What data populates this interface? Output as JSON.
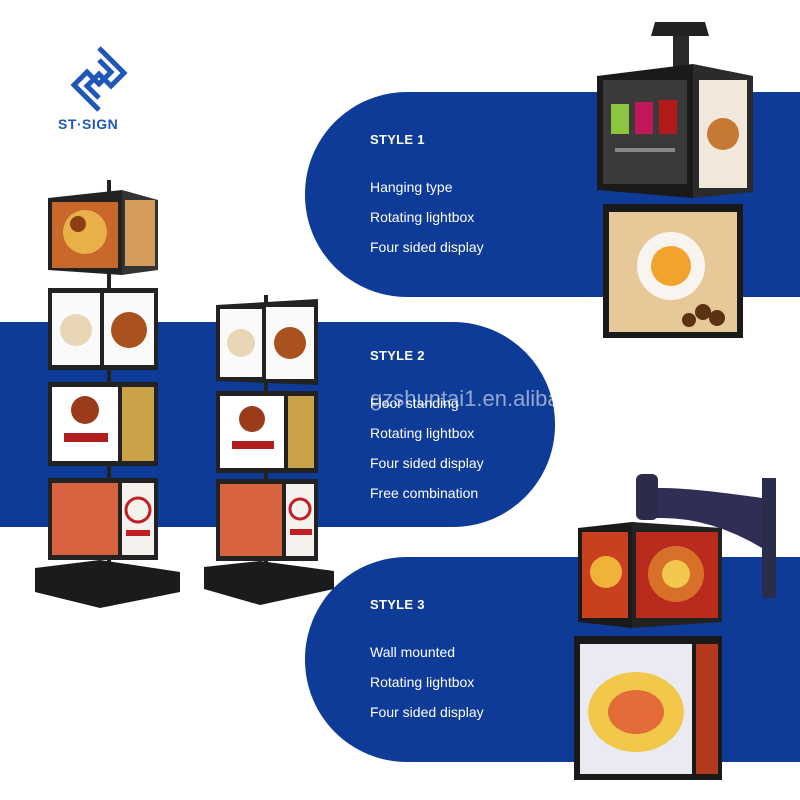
{
  "brand": {
    "name": "ST·SIGN",
    "color": "#1f57b8"
  },
  "band_color": "#0e3b97",
  "watermark": "gzshuntai1.en.alibaba.com",
  "styles": [
    {
      "title": "STYLE 1",
      "features": [
        "Hanging type",
        "Rotating lightbox",
        "Four sided display"
      ]
    },
    {
      "title": "STYLE 2",
      "features": [
        "Floor standing",
        "Rotating lightbox",
        "Four sided display",
        "Free combination"
      ]
    },
    {
      "title": "STYLE 3",
      "features": [
        "Wall mounted",
        "Rotating lightbox",
        "Four sided display"
      ]
    }
  ]
}
